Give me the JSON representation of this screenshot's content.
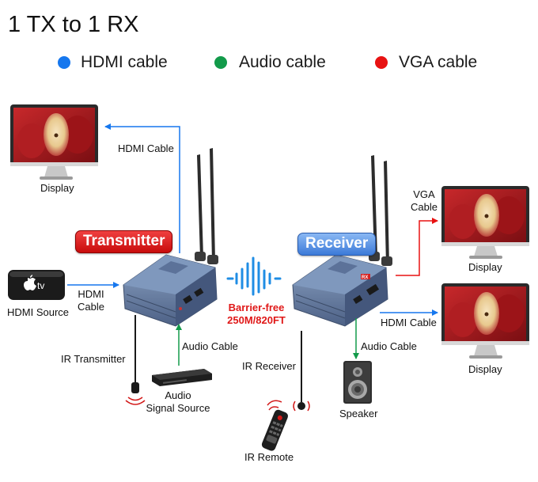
{
  "title": "1 TX to 1 RX",
  "legend": [
    {
      "label": "HDMI cable",
      "color": "#1677ee"
    },
    {
      "label": "Audio cable",
      "color": "#129a4a"
    },
    {
      "label": "VGA cable",
      "color": "#e81212"
    }
  ],
  "badges": {
    "transmitter": "Transmitter",
    "receiver": "Receiver"
  },
  "labels": {
    "hdmi_cable_top": "HDMI Cable",
    "display_top": "Display",
    "vga_cable_l1": "VGA",
    "vga_cable_l2": "Cable",
    "display_right_top": "Display",
    "hdmi_cable_left_l1": "HDMI",
    "hdmi_cable_left_l2": "Cable",
    "hdmi_source": "HDMI Source",
    "barrier_l1": "Barrier-free",
    "barrier_l2": "250M/820FT",
    "hdmi_cable_right": "HDMI Cable",
    "display_right_bottom": "Display",
    "audio_cable_tx": "Audio Cable",
    "audio_cable_rx": "Audio Cable",
    "ir_transmitter": "IR Transmitter",
    "ir_receiver": "IR Receiver",
    "audio_source_l1": "Audio",
    "audio_source_l2": "Signal Source",
    "speaker": "Speaker",
    "ir_remote": "IR Remote"
  },
  "apple_tv_text": "tv",
  "device_text": {
    "receiver_tag": "RX"
  }
}
